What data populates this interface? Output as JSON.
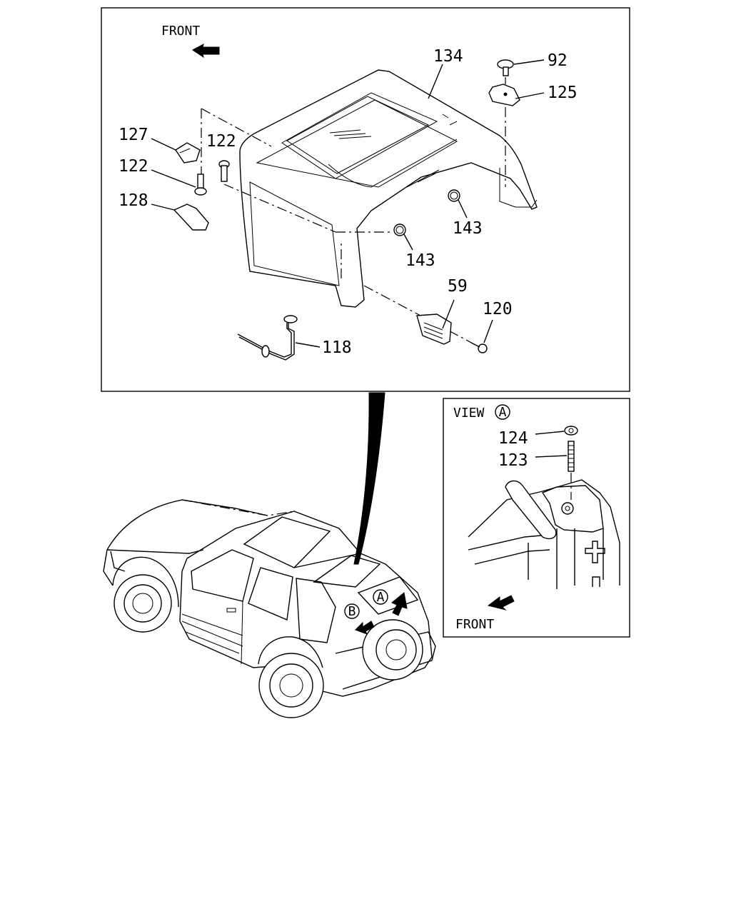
{
  "top_panel": {
    "front_label": "FRONT",
    "callouts": {
      "roof": "134",
      "clip_top": "92",
      "bracket_right": "125",
      "bracket_left": "127",
      "bolt_left": "122",
      "bolt_center": "122",
      "cover_left": "128",
      "plug_right": "143",
      "plug_center": "143",
      "lamp": "59",
      "screw": "120",
      "hose": "118"
    }
  },
  "view_panel": {
    "title": "VIEW",
    "title_marker": "A",
    "front_label": "FRONT",
    "callouts": {
      "nut": "124",
      "stud": "123"
    }
  },
  "vehicle": {
    "marker_a": "A",
    "marker_b": "B"
  }
}
